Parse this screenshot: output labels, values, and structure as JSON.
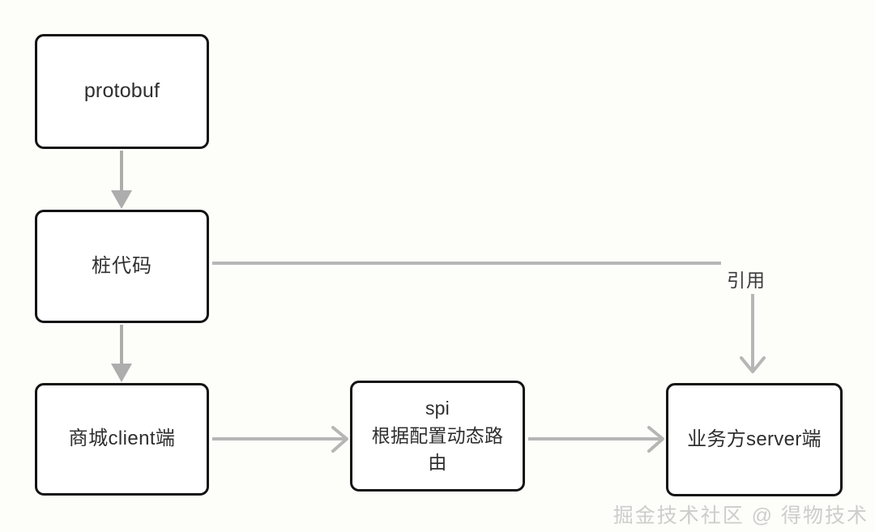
{
  "diagram": {
    "title": "protobuf stub code SPI dynamic routing flow",
    "background_color": "#fdfdfa",
    "node_border_color": "#131313",
    "node_fill_color": "#ffffff",
    "connector_color": "#a8a8a8",
    "text_color": "#2f2f2f",
    "nodes": [
      {
        "id": "protobuf",
        "label": "protobuf"
      },
      {
        "id": "stub",
        "label": "桩代码"
      },
      {
        "id": "mall_client",
        "label": "商城client端"
      },
      {
        "id": "spi",
        "label": "spi\n根据配置动态路\n由"
      },
      {
        "id": "biz_server",
        "label": "业务方server端"
      }
    ],
    "edges": [
      {
        "id": "e1",
        "from": "protobuf",
        "to": "stub",
        "label": "",
        "arrow": "filled-triangle",
        "direction": "down"
      },
      {
        "id": "e2",
        "from": "stub",
        "to": "mall_client",
        "label": "",
        "arrow": "filled-triangle",
        "direction": "down"
      },
      {
        "id": "e3",
        "from": "mall_client",
        "to": "spi",
        "label": "",
        "arrow": "open-chevron",
        "direction": "right"
      },
      {
        "id": "e4",
        "from": "spi",
        "to": "biz_server",
        "label": "",
        "arrow": "open-chevron",
        "direction": "right"
      },
      {
        "id": "e5",
        "from": "stub",
        "to": "biz_server",
        "label": "引用",
        "arrow": "open-chevron",
        "direction": "right-then-down"
      }
    ]
  },
  "watermark": {
    "text": "掘金技术社区 @ 得物技术",
    "color": "#c9c9c9"
  }
}
